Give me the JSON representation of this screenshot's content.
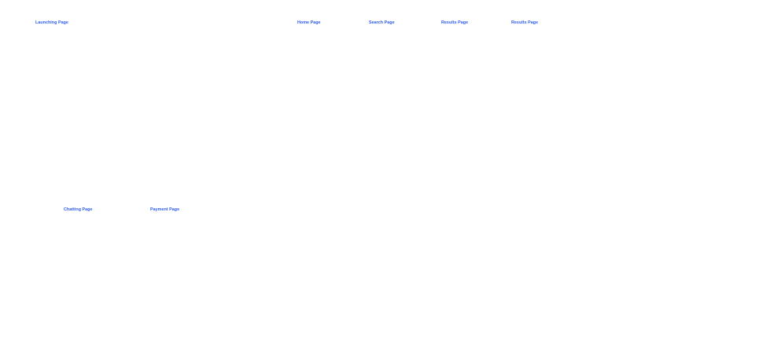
{
  "theme": {
    "label_color": "#2f5ef0",
    "background": "#ffffff"
  },
  "pages": {
    "launching": "Launching Page",
    "home": "Home Page",
    "search": "Search Page",
    "results_1": "Results Page",
    "results_2": "Results Page",
    "chatting": "Chatting Page",
    "payment": "Payment Page"
  }
}
